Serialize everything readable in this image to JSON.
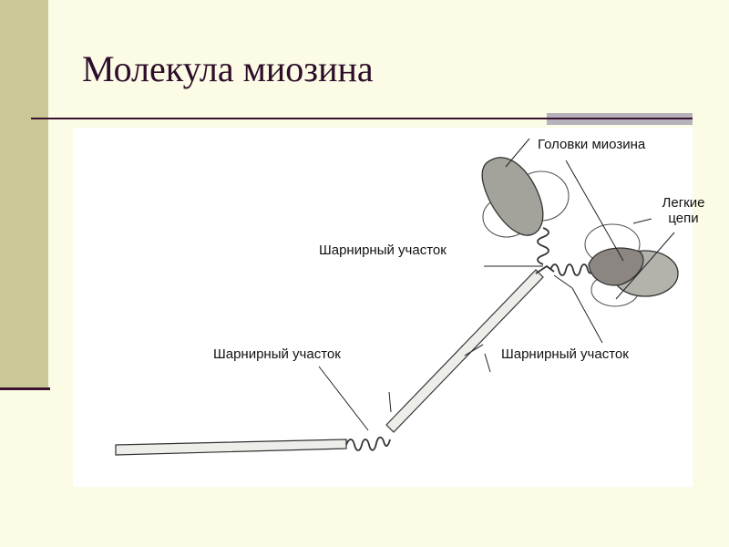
{
  "slide": {
    "title": "Молекула миозина"
  },
  "labels": {
    "heads": "Головки миозина",
    "light_chains_line1": "Легкие",
    "light_chains_line2": "цепи",
    "hinge_top": "Шарнирный участок",
    "hinge_left": "Шарнирный участок",
    "hinge_right": "Шарнирный участок"
  }
}
